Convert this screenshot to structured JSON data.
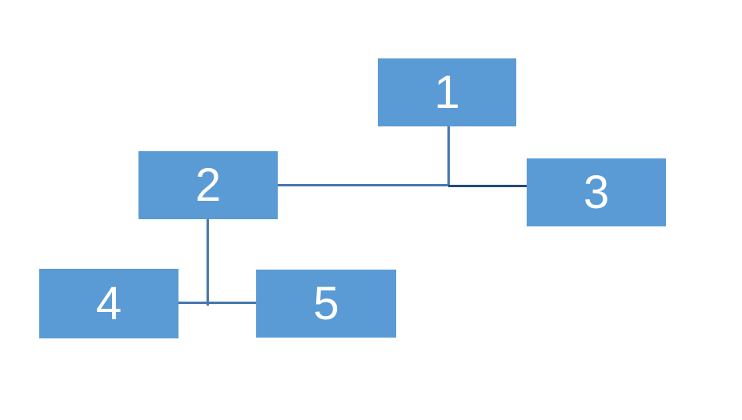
{
  "colors": {
    "node_fill": "#5B9BD5",
    "node_text": "#FFFFFF",
    "connector_primary": "#4878AE",
    "connector_dark": "#1F4E79"
  },
  "diagram": {
    "nodes": [
      {
        "id": "node-1",
        "label": "1"
      },
      {
        "id": "node-2",
        "label": "2"
      },
      {
        "id": "node-3",
        "label": "3"
      },
      {
        "id": "node-4",
        "label": "4"
      },
      {
        "id": "node-5",
        "label": "5"
      }
    ],
    "connectors": [
      {
        "id": "conn-1-drop",
        "from": "node-1",
        "to": "junction-top",
        "orientation": "vertical"
      },
      {
        "id": "conn-2-junction",
        "from": "node-2",
        "to": "junction-top",
        "orientation": "horizontal"
      },
      {
        "id": "conn-junction-3",
        "from": "junction-top",
        "to": "node-3",
        "orientation": "horizontal"
      },
      {
        "id": "conn-2-drop",
        "from": "node-2",
        "to": "junction-bottom",
        "orientation": "vertical"
      },
      {
        "id": "conn-4-5",
        "from": "node-4",
        "to": "node-5",
        "orientation": "horizontal"
      }
    ]
  }
}
